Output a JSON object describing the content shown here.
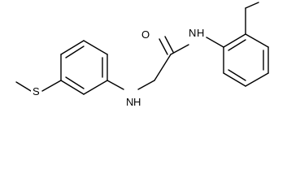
{
  "molecule": {
    "atoms": {
      "sulfur": "S",
      "amine_nitrogen": "H",
      "amine_nitrogen_n": "N",
      "carbonyl_oxygen": "O",
      "amide_nitrogen_n": "N",
      "amide_nitrogen_h": "H"
    }
  },
  "colors": {
    "bond": "#000000",
    "background": "#ffffff"
  }
}
